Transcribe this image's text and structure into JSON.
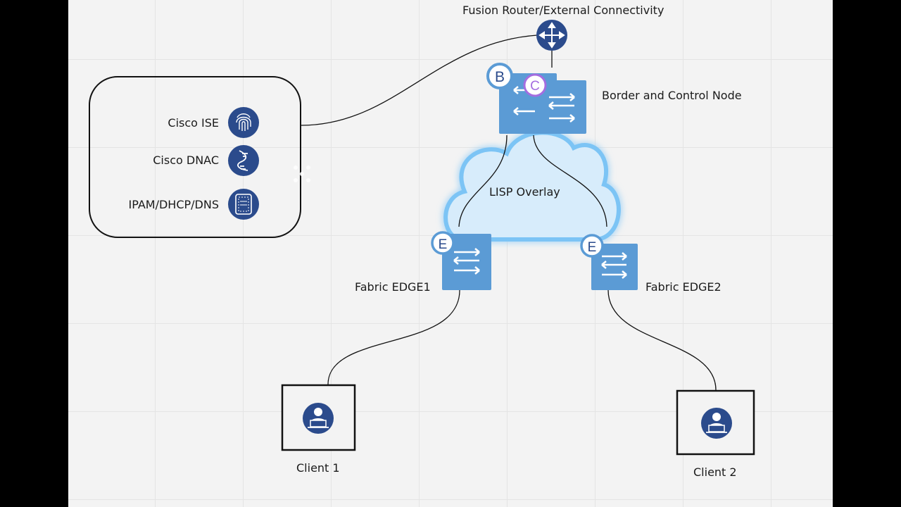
{
  "labels": {
    "fusion_router": "Fusion Router/External Connectivity",
    "border_control": "Border and Control Node",
    "lisp_overlay": "LISP Overlay",
    "edge1": "Fabric EDGE1",
    "edge2": "Fabric EDGE2",
    "client1": "Client 1",
    "client2": "Client 2"
  },
  "services": [
    {
      "label": "Cisco ISE",
      "icon": "fingerprint-icon"
    },
    {
      "label": "Cisco DNAC",
      "icon": "dnac-icon"
    },
    {
      "label": "IPAM/DHCP/DNS",
      "icon": "server-icon"
    }
  ],
  "badges": {
    "border": "B",
    "control": "C",
    "edge": "E"
  },
  "colors": {
    "navy": "#2b4b8c",
    "switch_blue": "#5b9bd5",
    "cloud_blue": "#7cc4f5",
    "control_purple": "#a46de0"
  }
}
